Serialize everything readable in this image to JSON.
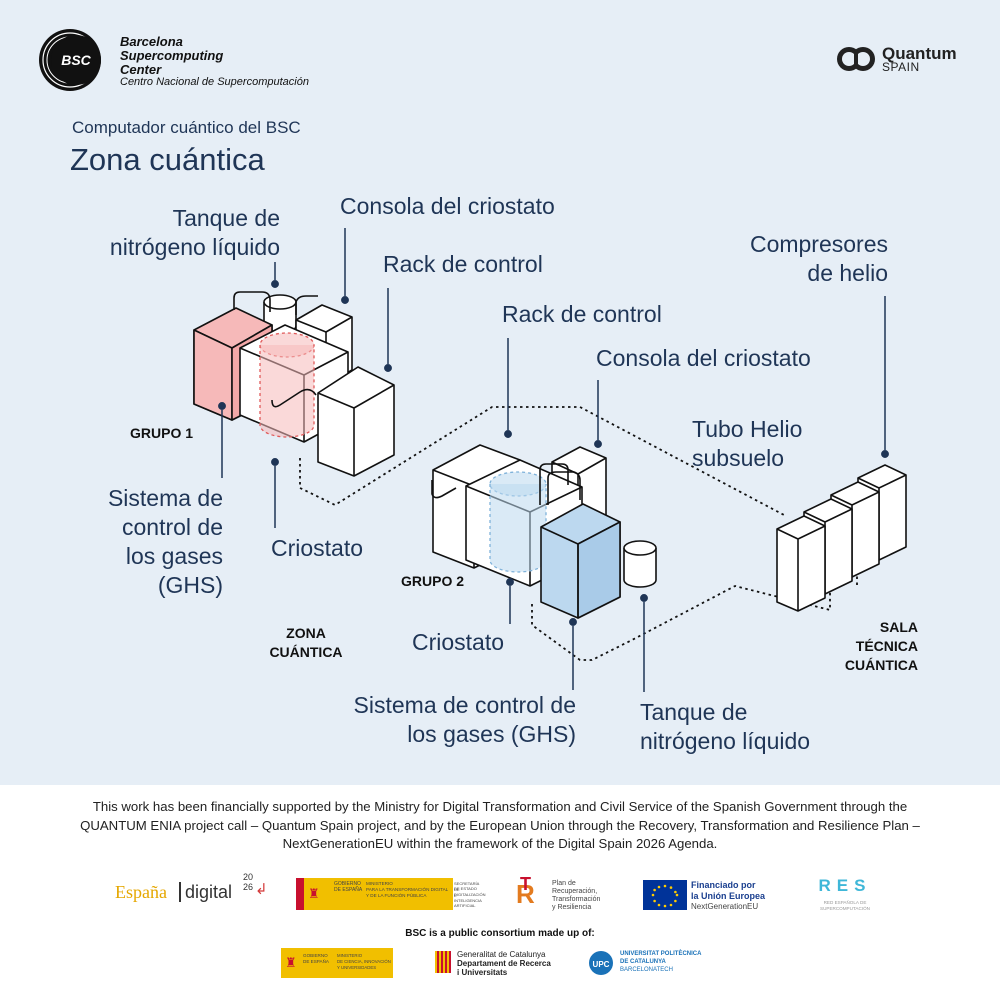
{
  "header": {
    "bsc_badge": "BSC",
    "bsc_line1": "Barcelona",
    "bsc_line2": "Supercomputing",
    "bsc_line3": "Center",
    "bsc_line4": "Centro Nacional de Supercomputación",
    "quantum_line1": "Quantum",
    "quantum_line2": "SPAIN"
  },
  "title": {
    "subtitle": "Computador cuántico del BSC",
    "main": "Zona cuántica"
  },
  "labels": {
    "g1_tanque_l1": "Tanque de",
    "g1_tanque_l2": "nitrógeno líquido",
    "g1_consola": "Consola del criostato",
    "g1_rack": "Rack de control",
    "grupo1": "GRUPO 1",
    "g1_ghs_l1": "Sistema de",
    "g1_ghs_l2": "control de",
    "g1_ghs_l3": "los gases",
    "g1_ghs_l4": "(GHS)",
    "g1_criostato": "Criostato",
    "zona_l1": "ZONA",
    "zona_l2": "CUÁNTICA",
    "g2_rack": "Rack de control",
    "g2_consola": "Consola del criostato",
    "tubo_l1": "Tubo Helio",
    "tubo_l2": "subsuelo",
    "compresores_l1": "Compresores",
    "compresores_l2": "de helio",
    "grupo2": "GRUPO 2",
    "g2_criostato": "Criostato",
    "g2_ghs_l1": "Sistema de control de",
    "g2_ghs_l2": "los gases (GHS)",
    "g2_tanque_l1": "Tanque de",
    "g2_tanque_l2": "nitrógeno líquido",
    "sala_l1": "SALA",
    "sala_l2": "TÉCNICA",
    "sala_l3": "CUÁNTICA"
  },
  "footer": {
    "funding": "This work has been financially supported by the Ministry for Digital Transformation and Civil Service of the Spanish Government through the QUANTUM ENIA project call – Quantum Spain project, and by the European Union through the Recovery, Transformation and Resilience Plan – NextGenerationEU within the framework of the Digital Spain 2026 Agenda.",
    "espana": "España",
    "digital": "digital",
    "year_top": "20",
    "year_bot": "26",
    "gob1_l1": "GOBIERNO",
    "gob1_l2": "DE ESPAÑA",
    "min1_l1": "MINISTERIO",
    "min1_l2": "PARA LA TRANSFORMACIÓN DIGITAL",
    "min1_l3": "Y DE LA FUNCIÓN PÚBLICA",
    "sec1_l1": "SECRETARÍA DE ESTADO",
    "sec1_l2": "DE DIGITALIZACIÓN",
    "sec1_l3": "E INTELIGENCIA ARTIFICIAL",
    "plan_l1": "Plan de",
    "plan_l2": "Recuperación,",
    "plan_l3": "Transformación",
    "plan_l4": "y Resiliencia",
    "eu_l1": "Financiado por",
    "eu_l2": "la Unión Europea",
    "eu_l3": "NextGenerationEU",
    "res_logo": "RES",
    "res_sub": "RED ESPAÑOLA DE SUPERCOMPUTACIÓN",
    "consortium": "BSC is a public consortium made up of:",
    "gob2_l1": "GOBIERNO",
    "gob2_l2": "DE ESPAÑA",
    "min2_l1": "MINISTERIO",
    "min2_l2": "DE CIENCIA, INNOVACIÓN",
    "min2_l3": "Y UNIVERSIDADES",
    "gen_l1": "Generalitat de Catalunya",
    "gen_l2": "Departament de Recerca",
    "gen_l3": "i Universitats",
    "upc_badge": "UPC",
    "upc_l1": "UNIVERSITAT POLITÈCNICA",
    "upc_l2": "DE CATALUNYA",
    "upc_l3": "BARCELONATECH"
  },
  "colors": {
    "navy": "#1f3556",
    "background": "#e6eef6",
    "pink": "#f6b9b9",
    "light_blue": "#bcd8ef",
    "dot": "#1f3556"
  }
}
